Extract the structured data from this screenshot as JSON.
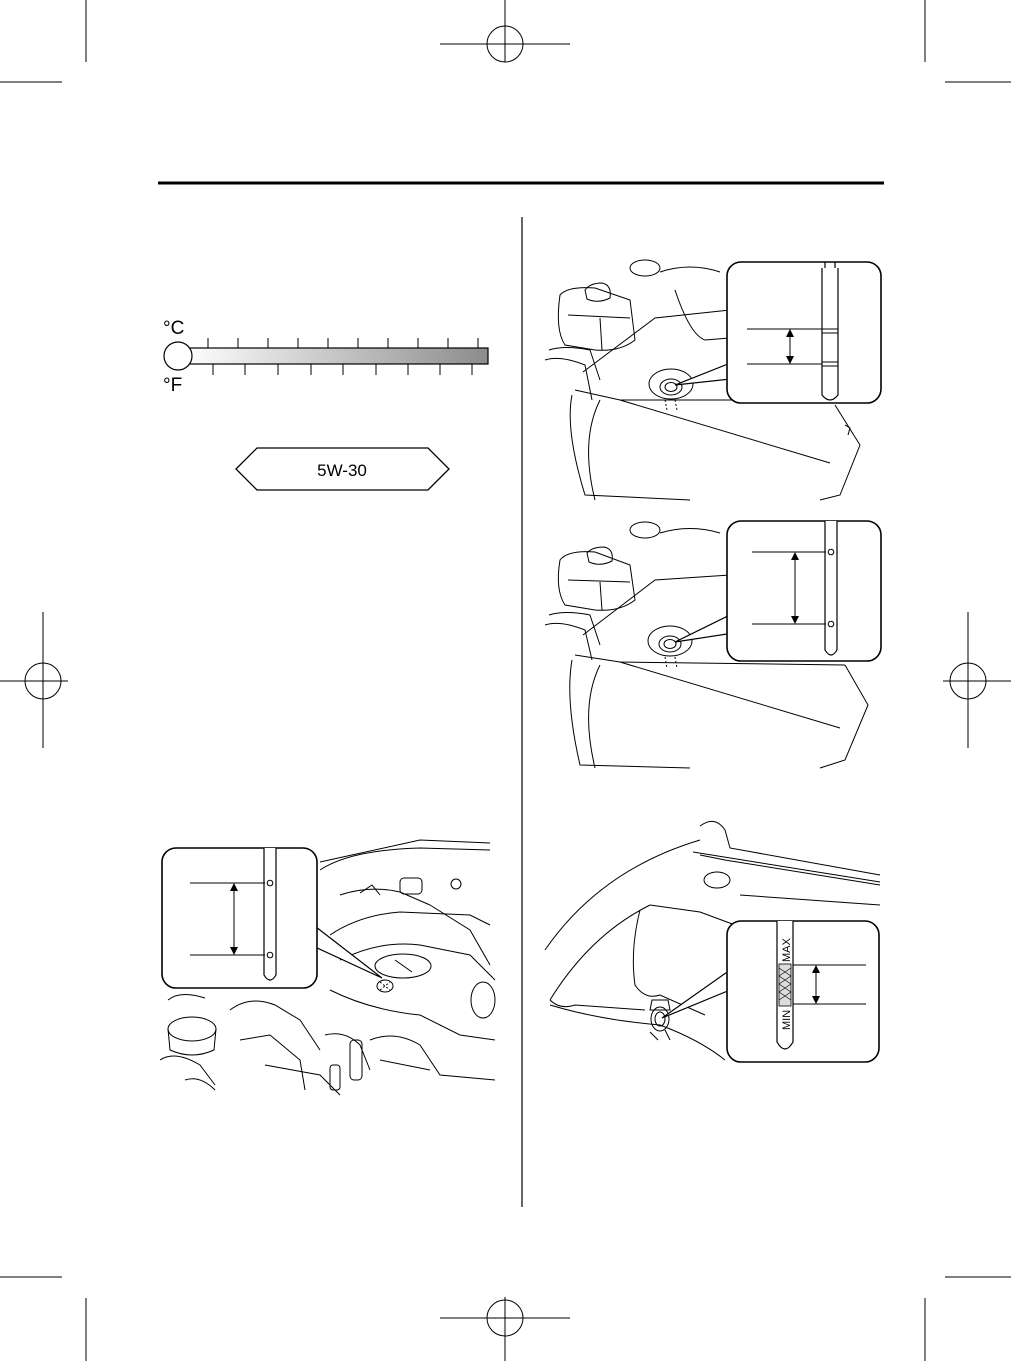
{
  "temperature_scale": {
    "celsius_unit": "°C",
    "fahrenheit_unit": "°F"
  },
  "oil_grade": {
    "label": "5W-30"
  },
  "dipstick_markings": {
    "min_label": "MIN",
    "max_label": "MAX"
  }
}
